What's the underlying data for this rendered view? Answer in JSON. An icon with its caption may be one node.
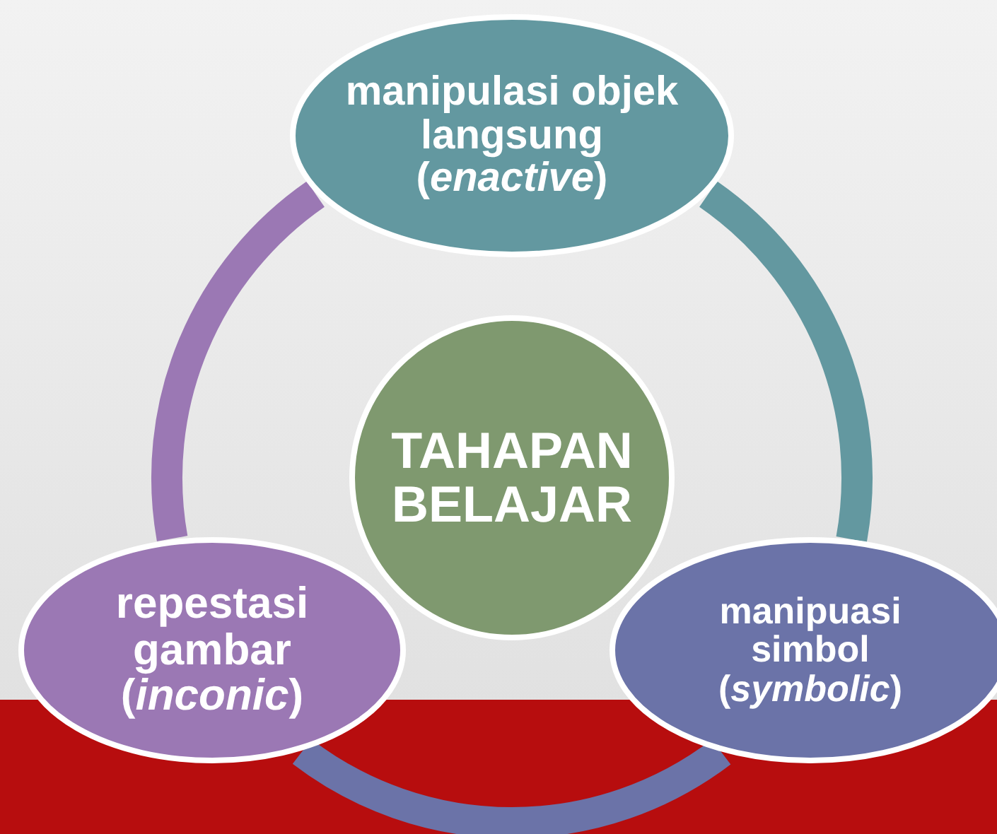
{
  "diagram": {
    "nodes": [
      {
        "text": [
          "manipulasi objek langsung (*enactive*)"
        ]
      },
      {
        "text": [
          "TAHAPAN BELAJAR"
        ]
      },
      {
        "text": [
          "repestasi gambar (*inconic*)"
        ]
      },
      {
        "text": [
          "manipuasi simbol (*symbolic*)"
        ]
      }
    ],
    "edges": [
      {
        "from": 0,
        "to": 3,
        "arrow": "none",
        "color": "#6398a0"
      },
      {
        "from": 3,
        "to": 2,
        "arrow": "none",
        "color": "#6b73a8"
      },
      {
        "from": 2,
        "to": 0,
        "arrow": "none",
        "color": "#9b78b4"
      }
    ]
  }
}
